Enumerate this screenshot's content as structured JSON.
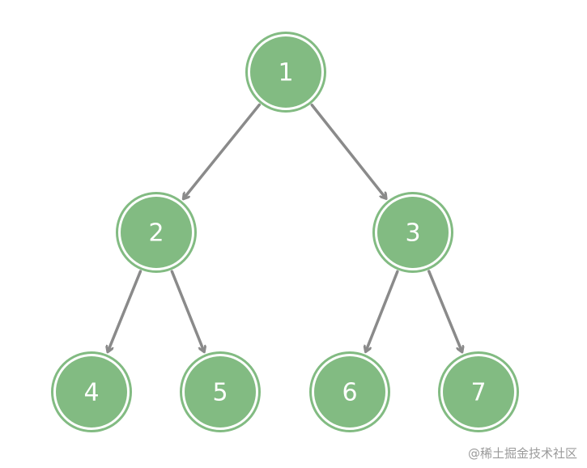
{
  "diagram": {
    "type": "binary-tree",
    "nodes": [
      {
        "id": "1",
        "label": "1"
      },
      {
        "id": "2",
        "label": "2"
      },
      {
        "id": "3",
        "label": "3"
      },
      {
        "id": "4",
        "label": "4"
      },
      {
        "id": "5",
        "label": "5"
      },
      {
        "id": "6",
        "label": "6"
      },
      {
        "id": "7",
        "label": "7"
      }
    ],
    "edges": [
      {
        "from": "1",
        "to": "2"
      },
      {
        "from": "1",
        "to": "3"
      },
      {
        "from": "2",
        "to": "4"
      },
      {
        "from": "2",
        "to": "5"
      },
      {
        "from": "3",
        "to": "6"
      },
      {
        "from": "3",
        "to": "7"
      }
    ]
  },
  "colors": {
    "node_fill": "#82bb82",
    "node_ring": "#82bb82",
    "node_gap": "#ffffff",
    "edge": "#8a8a8a",
    "label": "#ffffff"
  },
  "watermark": {
    "text": "@稀土掘金技术社区"
  }
}
